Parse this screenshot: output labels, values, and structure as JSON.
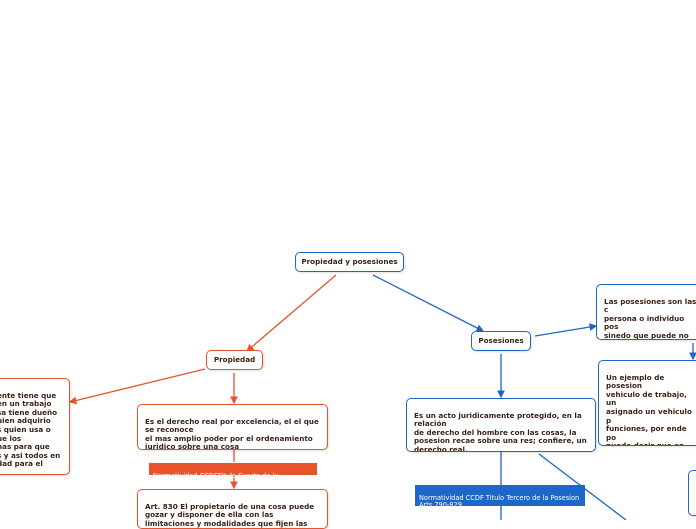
{
  "colors": {
    "blue": "#1d67c9",
    "orange": "#e8532b",
    "text": "#3a1f14"
  },
  "root": {
    "label": "Propiedad y posesiones"
  },
  "propiedad": {
    "label": "Propiedad",
    "left_node": "ente tiene que\n en un trabajo\nsa tiene dueño\nuien adquirio\ns quien usa o\nue los\nnas para que\ns y asi todos en\ndad para el",
    "definition": "Es el derecho real por excelencia, el el que se reconoce\nel mas amplio poder por el ordenamiento juridico sobre una cosa",
    "tag": "Normatividad CCDFTitulo Cuarto de la Propiedad",
    "article": "Art. 830 El propietario de una cosa puede gozar  y disponer de ella con las limitaciones y modalidades que fijen las"
  },
  "posesiones": {
    "label": "Posesiones",
    "definition": "Es un acto juridicamente protegido, en la relación\nde derecho del hombre con las cosas, la posesion recae sobre una res; confiere, un derecho real.",
    "tag": "Normatividad  CCDF Titulo Tercero de la Posesion\nArts 790-829",
    "right_top": "Las posesiones son las c\npersona o individuo pos\nsinedo que puede no ter\nlas mismas, pero las po\nel momento,",
    "right_bottom": "Un ejemplo de posesion\nvehiculo de trabajo, un\nasignado un vehiculo p\nfunciones, por ende po\npuede decir que en sus\nocupa y se hace respon\nembargo, no posee el t\ndel mismo, sino que el\nquien contrato al traba"
  }
}
